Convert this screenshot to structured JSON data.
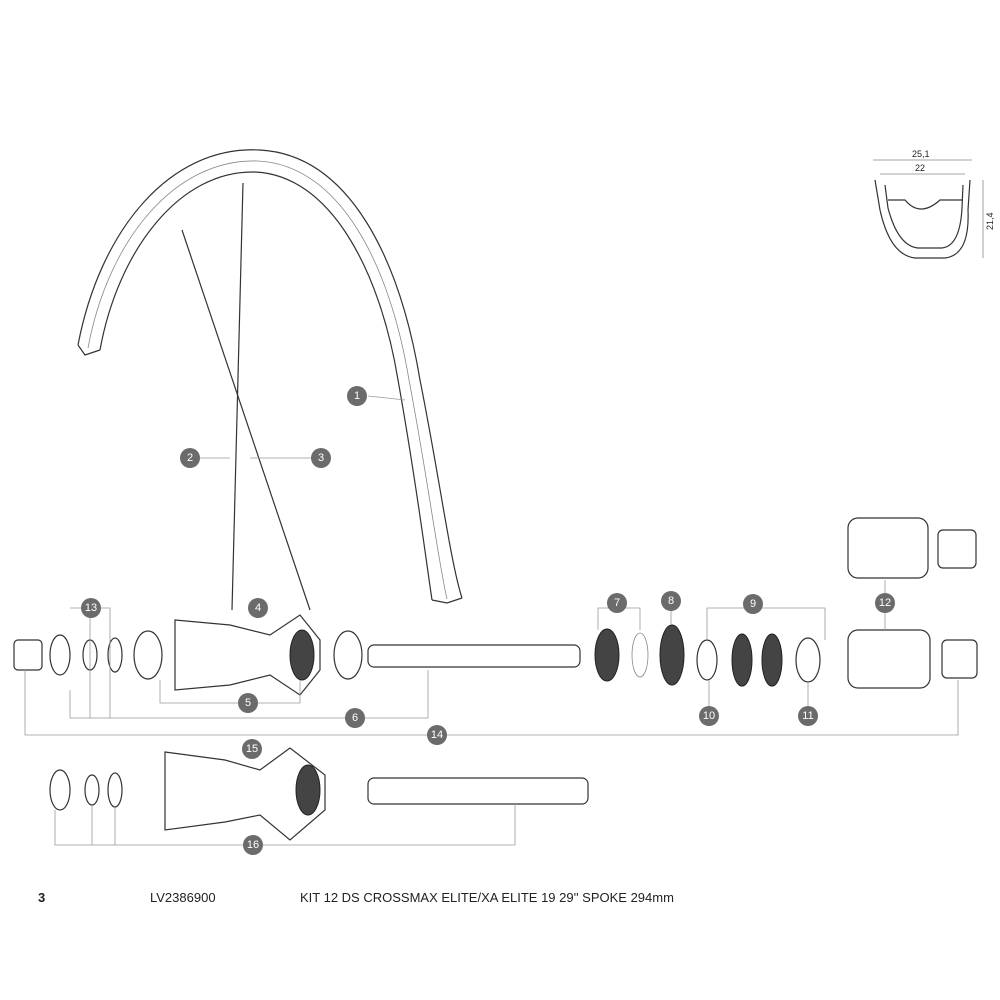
{
  "callouts": [
    "1",
    "2",
    "3",
    "4",
    "5",
    "6",
    "7",
    "8",
    "9",
    "10",
    "11",
    "12",
    "13",
    "14",
    "15",
    "16"
  ],
  "rim_profile": {
    "outer_width": "25,1",
    "inner_width": "22",
    "height": "21,4"
  },
  "footer": {
    "ref": "3",
    "part_number": "LV2386900",
    "description": "KIT 12 DS CROSSMAX ELITE/XA ELITE 19 29'' SPOKE 294mm"
  }
}
